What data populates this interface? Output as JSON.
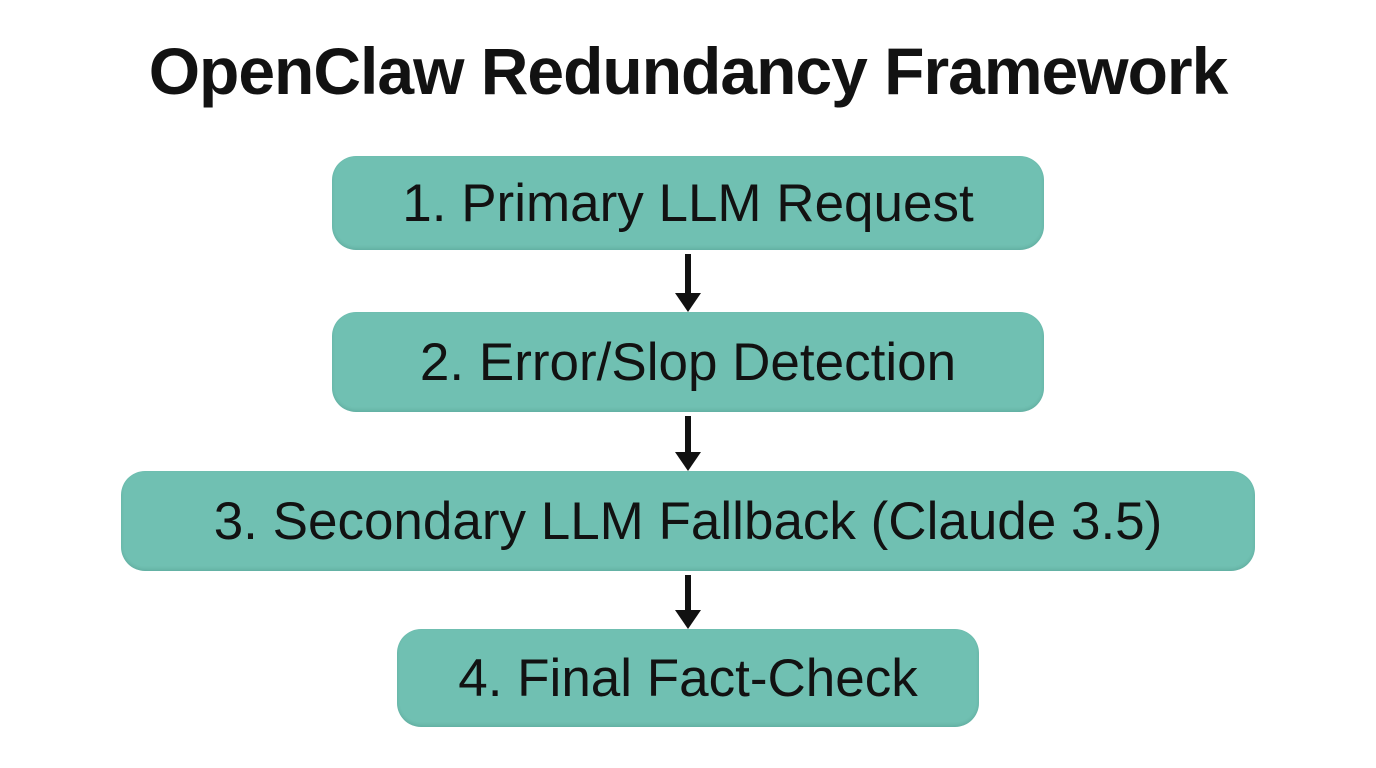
{
  "title": "OpenClaw Redundancy Framework",
  "diagram": {
    "type": "flowchart",
    "direction": "top-down",
    "steps": [
      {
        "label": "1. Primary LLM Request"
      },
      {
        "label": "2. Error/Slop Detection"
      },
      {
        "label": "3. Secondary LLM Fallback (Claude 3.5)"
      },
      {
        "label": "4. Final Fact-Check"
      }
    ],
    "connectors": [
      {
        "from": 1,
        "to": 2,
        "icon": "down-arrow-icon"
      },
      {
        "from": 2,
        "to": 3,
        "icon": "down-arrow-icon"
      },
      {
        "from": 3,
        "to": 4,
        "icon": "down-arrow-icon"
      }
    ]
  },
  "colors": {
    "background": "#ffffff",
    "box_fill": "#70c0b2",
    "text": "#121212",
    "arrow": "#111111"
  }
}
